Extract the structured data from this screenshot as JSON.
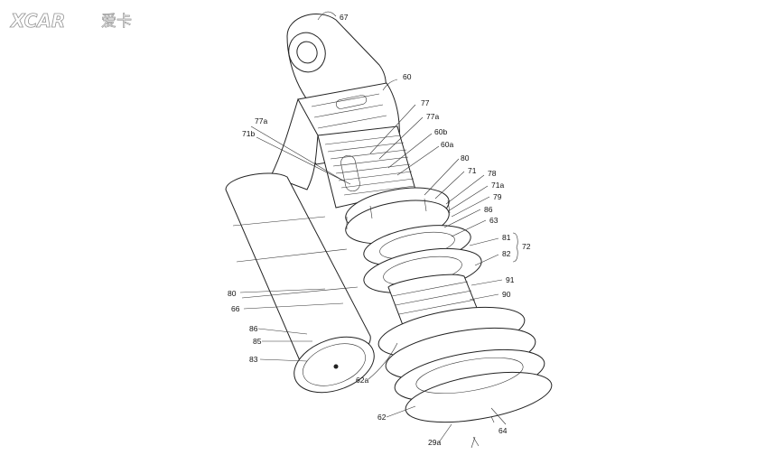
{
  "watermark": {
    "brand": "XCAR",
    "cn": "爱卡"
  },
  "labels": {
    "l67": "67",
    "l60": "60",
    "l77": "77",
    "l77a_r": "77a",
    "l77a_l": "77a",
    "l71b": "71b",
    "l60b": "60b",
    "l60a": "60a",
    "l80_r": "80",
    "l71": "71",
    "l78": "78",
    "l71a": "71a",
    "l79": "79",
    "l86_r": "86",
    "l63": "63",
    "l81": "81",
    "l82": "82",
    "l72": "72",
    "l91": "91",
    "l90": "90",
    "l80_l": "80",
    "l66": "66",
    "l86_l": "86",
    "l85": "85",
    "l83": "83",
    "l62a": "62a",
    "l62": "62",
    "l64": "64",
    "l29a": "29a"
  }
}
